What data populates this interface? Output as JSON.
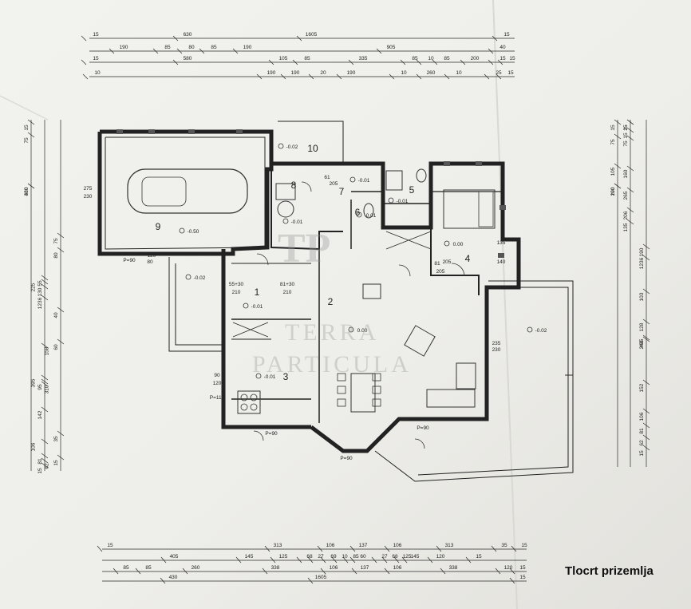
{
  "caption": "Tlocrt prizemlja",
  "watermark": {
    "logo": "TP",
    "line1": "TERRA",
    "line2": "PARTICULA"
  },
  "rooms": [
    "1",
    "2",
    "3",
    "4",
    "5",
    "6",
    "7",
    "8",
    "9",
    "10"
  ],
  "room_sizes": [
    "275",
    "230",
    "55+30",
    "210",
    "81+30",
    "210",
    "90",
    "120",
    "P=115",
    "135",
    "140",
    "235",
    "230",
    "205",
    "81",
    "205",
    "61",
    "205",
    "P=90",
    "P=90",
    "P=90",
    "P=90",
    "80",
    "120"
  ],
  "levels": [
    "-0.02",
    "-0.01",
    "-0.01",
    "-0.50",
    "-0.02",
    "0.00",
    "-0.01",
    "-0.01",
    "-0.01",
    "0.00",
    "-0.02",
    "-0.01"
  ],
  "dims_top": [
    [
      "15",
      "630",
      "1605",
      "15"
    ],
    [
      "190",
      "85",
      "80",
      "85",
      "190",
      "905",
      "40"
    ],
    [
      "15",
      "580",
      "105",
      "85",
      "335",
      "85",
      "10",
      "85",
      "200",
      "15",
      "15"
    ],
    [
      "10",
      "190",
      "190",
      "20",
      "190",
      "10",
      "260",
      "10",
      "25",
      "15"
    ]
  ],
  "dims_bottom": [
    [
      "15",
      "313",
      "106",
      "137",
      "106",
      "313",
      "35",
      "15"
    ],
    [
      "405",
      "145",
      "125",
      "68",
      "27",
      "69",
      "10",
      "85",
      "60",
      "27",
      "68",
      "125",
      "145",
      "120",
      "15"
    ],
    [
      "85",
      "85",
      "260",
      "338",
      "106",
      "137",
      "106",
      "338",
      "120",
      "15"
    ],
    [
      "430",
      "1605",
      "15"
    ]
  ],
  "dims_left": [
    [
      "15",
      "75",
      "480",
      "380"
    ],
    [
      "1236",
      "225",
      "130",
      "158",
      "55",
      "395",
      "95",
      "310",
      "142",
      "106",
      "81",
      "62",
      "15"
    ],
    [
      "75",
      "80",
      "40",
      "60",
      "35",
      "15"
    ]
  ],
  "dims_right": [
    [
      "15",
      "75",
      "105",
      "100",
      "290"
    ],
    [
      "206",
      "135",
      "265",
      "160",
      "75",
      "15",
      "25",
      "15"
    ],
    [
      "1236",
      "190",
      "103",
      "128",
      "240",
      "152",
      "495",
      "106",
      "81",
      "62",
      "15"
    ]
  ]
}
